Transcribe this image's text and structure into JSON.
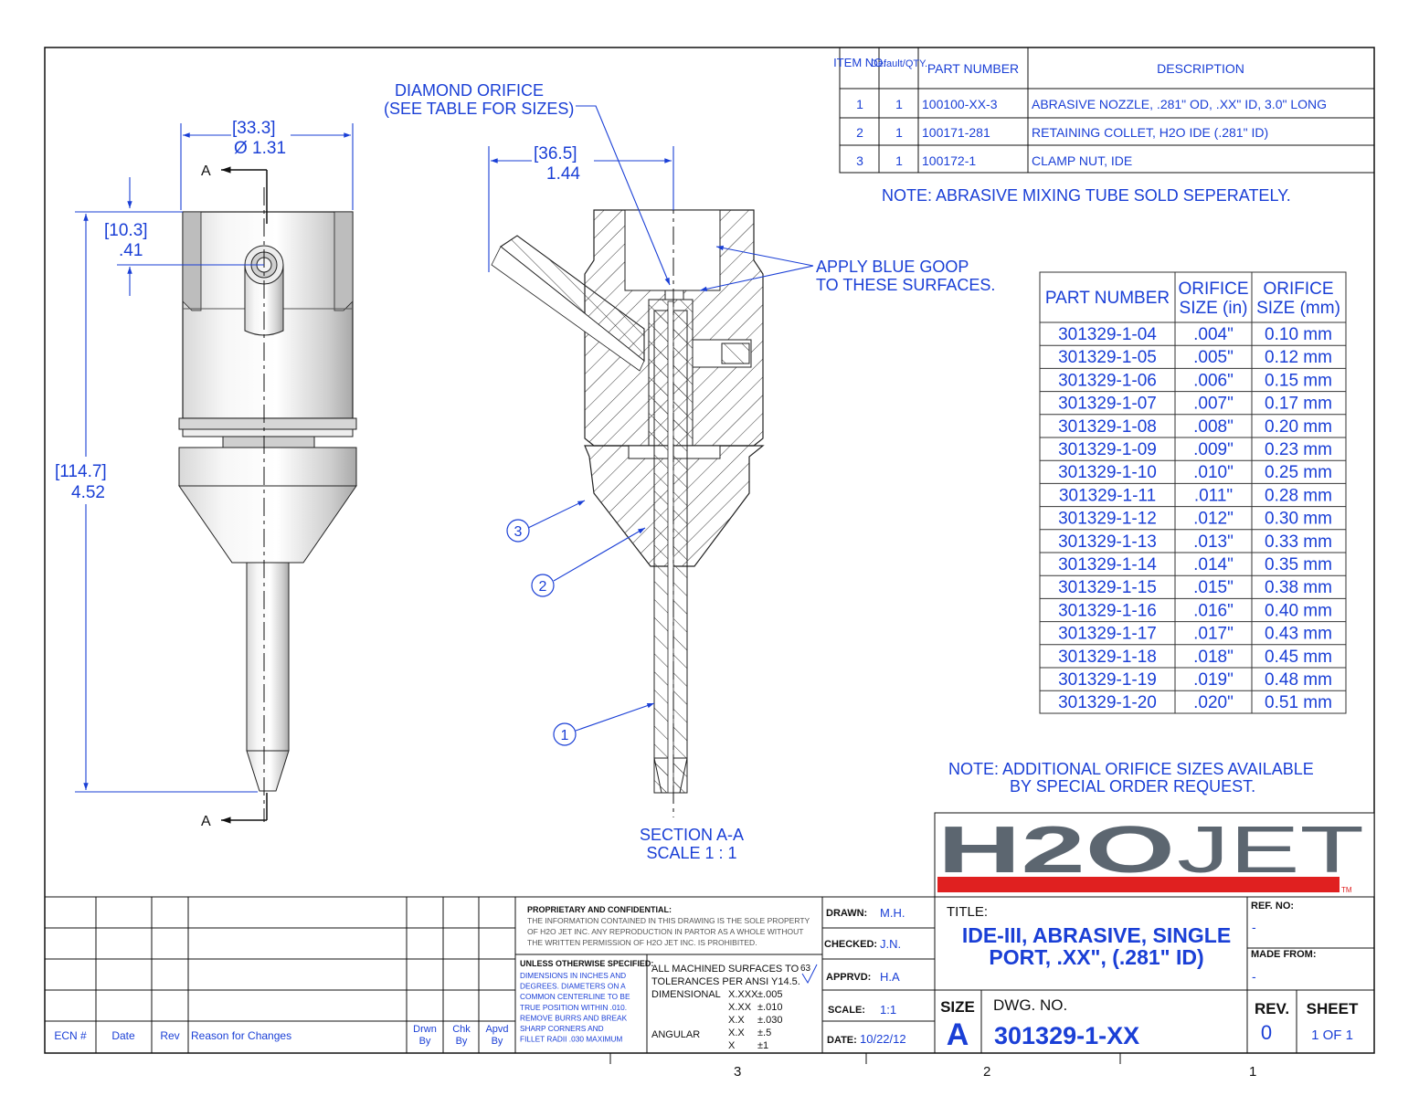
{
  "colors": {
    "annotation_blue": "#1a3fd6",
    "ink": "#111111",
    "logo_gray": "#5c6670",
    "logo_red": "#e02020"
  },
  "bom": {
    "headers": [
      "ITEM NO.",
      "Default/QTY.",
      "PART NUMBER",
      "DESCRIPTION"
    ],
    "rows": [
      {
        "item": "1",
        "qty": "1",
        "part": "100100-XX-3",
        "desc": "ABRASIVE NOZZLE, .281\" OD, .XX\" ID, 3.0\" LONG"
      },
      {
        "item": "2",
        "qty": "1",
        "part": "100171-281",
        "desc": "RETAINING COLLET, H2O IDE (.281\" ID)"
      },
      {
        "item": "3",
        "qty": "1",
        "part": "100172-1",
        "desc": "CLAMP NUT, IDE"
      }
    ]
  },
  "notes": {
    "mixing_tube": "NOTE:  ABRASIVE MIXING TUBE SOLD SEPERATELY.",
    "additional_1": "NOTE:  ADDITIONAL ORIFICE SIZES AVAILABLE",
    "additional_2": "BY SPECIAL ORDER REQUEST."
  },
  "orifice_table": {
    "headers": [
      "PART NUMBER",
      "ORIFICE SIZE (in)",
      "ORIFICE SIZE (mm)"
    ],
    "rows": [
      [
        "301329-1-04",
        ".004\"",
        "0.10 mm"
      ],
      [
        "301329-1-05",
        ".005\"",
        "0.12 mm"
      ],
      [
        "301329-1-06",
        ".006\"",
        "0.15 mm"
      ],
      [
        "301329-1-07",
        ".007\"",
        "0.17 mm"
      ],
      [
        "301329-1-08",
        ".008\"",
        "0.20 mm"
      ],
      [
        "301329-1-09",
        ".009\"",
        "0.23 mm"
      ],
      [
        "301329-1-10",
        ".010\"",
        "0.25 mm"
      ],
      [
        "301329-1-11",
        ".011\"",
        "0.28 mm"
      ],
      [
        "301329-1-12",
        ".012\"",
        "0.30 mm"
      ],
      [
        "301329-1-13",
        ".013\"",
        "0.33 mm"
      ],
      [
        "301329-1-14",
        ".014\"",
        "0.35 mm"
      ],
      [
        "301329-1-15",
        ".015\"",
        "0.38 mm"
      ],
      [
        "301329-1-16",
        ".016\"",
        "0.40 mm"
      ],
      [
        "301329-1-17",
        ".017\"",
        "0.43 mm"
      ],
      [
        "301329-1-18",
        ".018\"",
        "0.45 mm"
      ],
      [
        "301329-1-19",
        ".019\"",
        "0.48 mm"
      ],
      [
        "301329-1-20",
        ".020\"",
        "0.51 mm"
      ]
    ]
  },
  "dimensions": {
    "dia_mm": "[33.3]",
    "dia_in": "Ø 1.31",
    "top_mm": "[10.3]",
    "top_in": ".41",
    "len_mm": "[114.7]",
    "len_in": "4.52",
    "port_mm": "[36.5]",
    "port_in": "1.44",
    "section_mark": "A"
  },
  "callouts": {
    "orifice_1": "DIAMOND ORIFICE",
    "orifice_2": "(SEE TABLE FOR SIZES)",
    "goop_1": "APPLY BLUE GOOP",
    "goop_2": "TO THESE SURFACES.",
    "balloon_1": "1",
    "balloon_2": "2",
    "balloon_3": "3"
  },
  "section_label": {
    "line1": "SECTION A-A",
    "line2": "SCALE 1 : 1"
  },
  "logo": {
    "left": "H2O",
    "right": "JET",
    "tm": "TM"
  },
  "revision_block": {
    "headers": [
      "ECN #",
      "Date",
      "Rev",
      "Reason for Changes",
      "Drwn By",
      "Chk By",
      "Apvd By"
    ]
  },
  "title_block": {
    "proprietary_title": "PROPRIETARY AND CONFIDENTIAL:",
    "proprietary_1": "THE INFORMATION CONTAINED IN THIS DRAWING IS THE SOLE PROPERTY",
    "proprietary_2": "OF H2O JET INC. ANY REPRODUCTION IN PARTOR AS A WHOLE WITHOUT",
    "proprietary_3": "THE WRITTEN PERMISSION OF H2O JET INC. IS PROHIBITED.",
    "unless_title": "UNLESS OTHERWISE SPECIFIED:",
    "unless_lines": [
      "DIMENSIONS IN INCHES AND",
      "DEGREES. DIAMETERS ON A",
      "COMMON CENTERLINE TO BE",
      "TRUE POSITION WITHIN .010.",
      "REMOVE BURRS AND BREAK",
      "SHARP CORNERS AND",
      "FILLET RADII .030 MAXIMUM"
    ],
    "machined_1": "ALL MACHINED SURFACES TO",
    "machined_2": "TOLERANCES PER ANSI Y14.5.",
    "finish": "63",
    "dimensional": "DIMENSIONAL",
    "angular": "ANGULAR",
    "tolerances": [
      {
        "k": "X.XXX",
        "v": "±.005"
      },
      {
        "k": "X.XX",
        "v": "±.010"
      },
      {
        "k": "X.X",
        "v": "±.030"
      },
      {
        "k": "X.X",
        "v": "±.5"
      },
      {
        "k": "X",
        "v": "±1"
      }
    ],
    "drawn_label": "DRAWN:",
    "drawn": "M.H.",
    "checked_label": "CHECKED:",
    "checked": "J.N.",
    "apprvd_label": "APPRVD:",
    "apprvd": "H.A",
    "scale_label": "SCALE:",
    "scale": "1:1",
    "date_label": "DATE:",
    "date": "10/22/12",
    "title_label": "TITLE:",
    "title_1": "IDE-III, ABRASIVE, SINGLE",
    "title_2": "PORT, .XX\", (.281\" ID)",
    "refno_label": "REF. NO:",
    "refno": "-",
    "madefrom_label": "MADE FROM:",
    "madefrom": "-",
    "size_label": "SIZE",
    "size": "A",
    "dwgno_label": "DWG.  NO.",
    "dwgno": "301329-1-XX",
    "rev_label": "REV.",
    "rev": "0",
    "sheet_label": "SHEET",
    "sheet": "1   OF   1"
  },
  "zones": [
    "3",
    "2",
    "1"
  ]
}
